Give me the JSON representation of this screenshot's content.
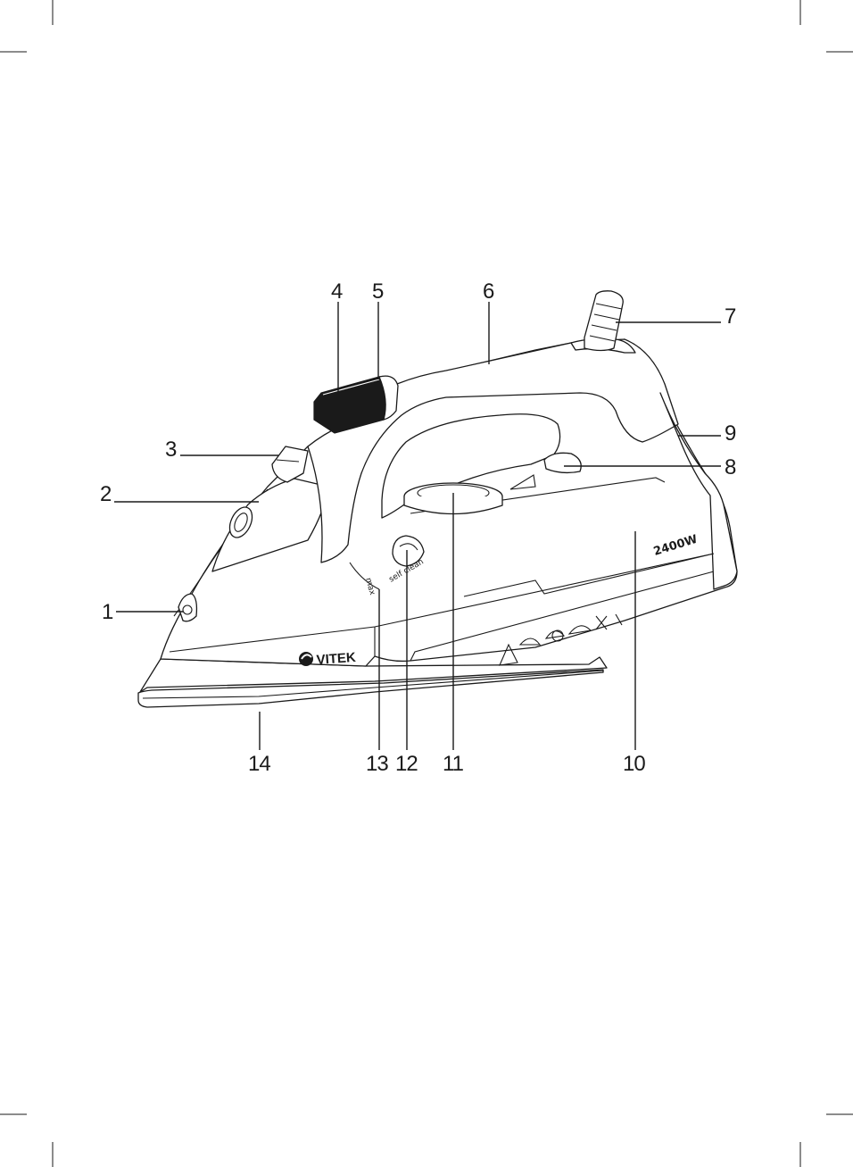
{
  "diagram": {
    "callouts": [
      "1",
      "2",
      "3",
      "4",
      "5",
      "6",
      "7",
      "8",
      "9",
      "10",
      "11",
      "12",
      "13",
      "14"
    ],
    "brand": "VITEK",
    "power": "2400W",
    "dial": {
      "self_clean": "self clean",
      "max": "max"
    }
  }
}
